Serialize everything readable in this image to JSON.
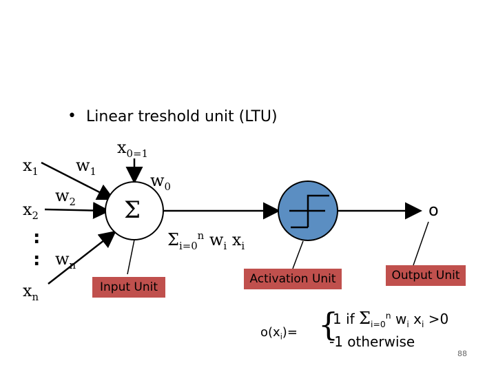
{
  "bullet": "•",
  "title": "Linear treshold unit (LTU)",
  "inputs": {
    "x1": "x",
    "x1_sub": "1",
    "x2": "x",
    "x2_sub": "2",
    "xn": "x",
    "xn_sub": "n",
    "ellipsis": ":"
  },
  "bias_input": {
    "var": "x",
    "sub": "0=1"
  },
  "weights": {
    "w1": "w",
    "w1_sub": "1",
    "w2": "w",
    "w2_sub": "2",
    "wn": "w",
    "wn_sub": "n",
    "w0": "w",
    "w0_sub": "0"
  },
  "sum_symbol": "Σ",
  "sum_formula": {
    "sigma": "Σ",
    "sub": "i=0",
    "sup": "n",
    "rest": " w",
    "rest_sub": "i",
    "x": " x",
    "x_sub": "i"
  },
  "output_label": "o",
  "units": {
    "input": "Input Unit",
    "activation": "Activation Unit",
    "output": "Output Unit"
  },
  "rule": {
    "lhs": "o(x",
    "lhs_sub": "i",
    "lhs_end": ")=",
    "brace": "{",
    "line1_a": "1 if ",
    "line1_sigma": "Σ",
    "line1_sub": "i=0",
    "line1_sup": "n",
    "line1_b": " w",
    "line1_b_sub": "i",
    "line1_c": " x",
    "line1_c_sub": "i",
    "line1_d": " >0",
    "line2": "-1 otherwise"
  },
  "page_number": "88",
  "colors": {
    "unit_fill": "#c0504d",
    "step_fill": "#5b8ec2",
    "ink": "#000000"
  }
}
